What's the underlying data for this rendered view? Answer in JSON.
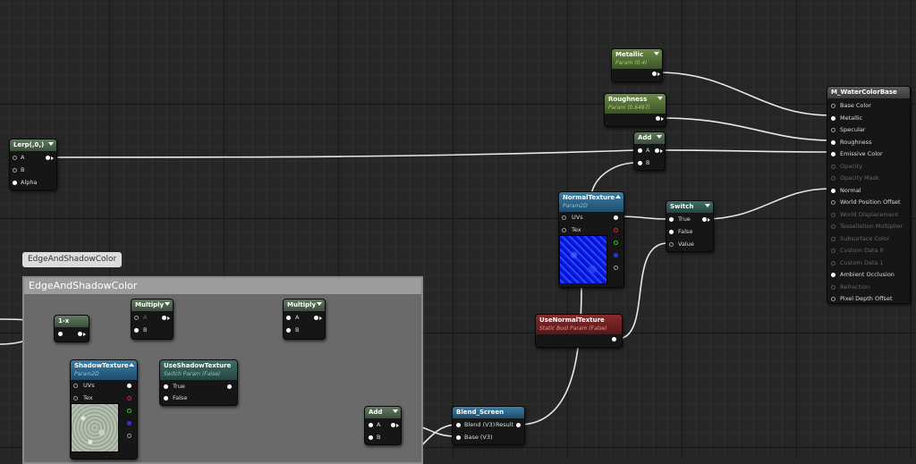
{
  "comment": {
    "bubble": "EdgeAndShadowColor",
    "title": "EdgeAndShadowColor"
  },
  "nodes": {
    "metallic": {
      "title": "Metallic",
      "subtitle": "Param (0.4)"
    },
    "roughness": {
      "title": "Roughness",
      "subtitle": "Param (0.6497)"
    },
    "lerp": {
      "title": "Lerp(,0,)",
      "pins": [
        "A",
        "B",
        "Alpha"
      ]
    },
    "add_top": {
      "title": "Add",
      "pins": [
        "A",
        "B"
      ]
    },
    "normal_texture": {
      "title": "NormalTexture",
      "subtitle": "Param2D",
      "pins": [
        "UVs",
        "Tex"
      ]
    },
    "switch": {
      "title": "Switch",
      "pins": [
        "True",
        "False",
        "Value"
      ]
    },
    "use_normal_texture": {
      "title": "UseNormalTexture",
      "subtitle": "Static Bool Param (False)"
    },
    "one_minus": {
      "title": "1-x"
    },
    "multiply_1": {
      "title": "Multiply",
      "pins": [
        "A",
        "B"
      ]
    },
    "multiply_2": {
      "title": "Multiply",
      "pins": [
        "A",
        "B"
      ]
    },
    "shadow_texture": {
      "title": "ShadowTexture",
      "subtitle": "Param2D",
      "pins": [
        "UVs",
        "Tex"
      ]
    },
    "use_shadow_texture": {
      "title": "UseShadowTexture",
      "subtitle": "Switch Param (False)",
      "pins": [
        "True",
        "False"
      ]
    },
    "add_bottom": {
      "title": "Add",
      "pins": [
        "A",
        "B"
      ]
    },
    "blend_screen": {
      "title": "Blend_Screen",
      "pins": [
        "Blend (V3)",
        "Base (V3)"
      ],
      "output": "Result"
    },
    "material": {
      "title": "M_WaterColorBase",
      "pins": [
        "Base Color",
        "Metallic",
        "Specular",
        "Roughness",
        "Emissive Color",
        "Opacity",
        "Opacity Mask",
        "Normal",
        "World Position Offset",
        "World Displacement",
        "Tessellation Multiplier",
        "Subsurface Color",
        "Custom Data 0",
        "Custom Data 1",
        "Ambient Occlusion",
        "Refraction",
        "Pixel Depth Offset"
      ],
      "active": [
        true,
        true,
        true,
        true,
        true,
        false,
        false,
        true,
        true,
        false,
        false,
        false,
        false,
        false,
        true,
        false,
        true
      ]
    }
  }
}
